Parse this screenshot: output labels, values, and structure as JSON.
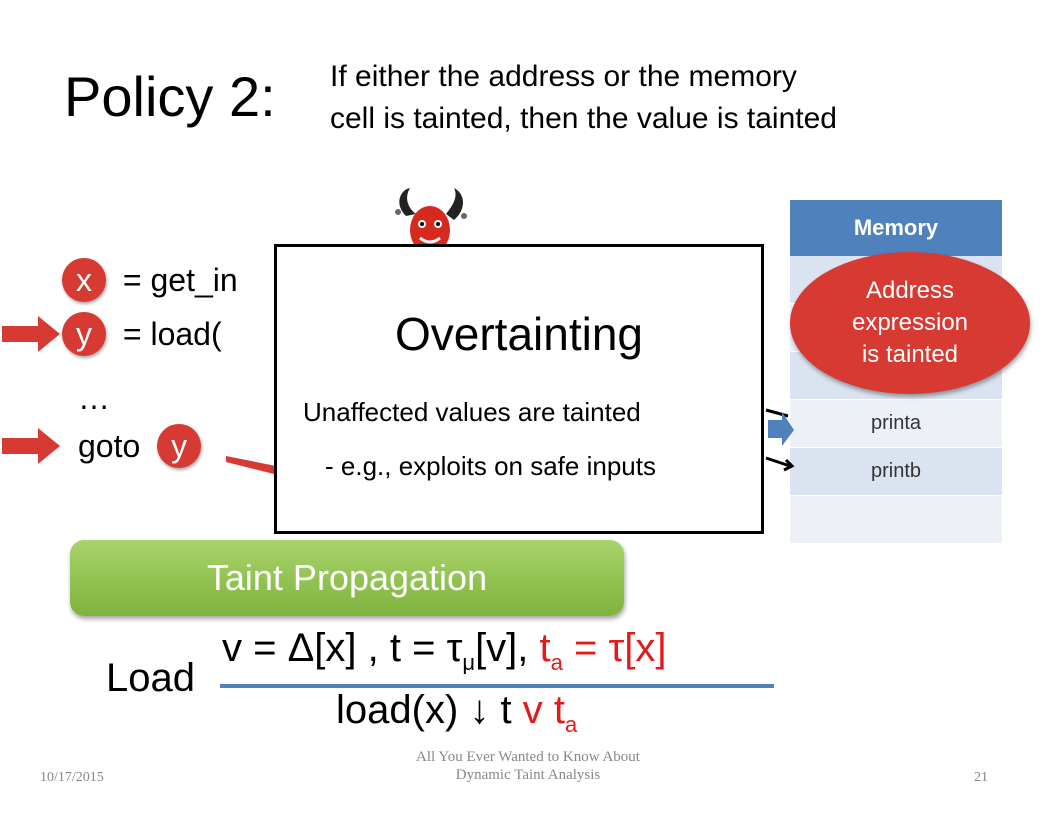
{
  "title": "Policy 2:",
  "subtitle": "If either the address or the memory\ncell is tainted, then the value is tainted",
  "code": {
    "line1_var": "x",
    "line1_text": "= get_in",
    "line2_var": "y",
    "line2_text": "= load(",
    "line3_text": "…",
    "line4_keyword": "goto",
    "line4_var": "y"
  },
  "memory": {
    "header": "Memory",
    "cells": [
      "",
      "",
      "",
      "printa",
      "printb",
      ""
    ]
  },
  "bubble_text": "Address\nexpression\nis tainted",
  "popup": {
    "title": "Overtainting",
    "line1": "Unaffected values are tainted",
    "line2": "- e.g., exploits on safe inputs"
  },
  "taint_button": "Taint Propagation",
  "rule": {
    "label": "Load",
    "numer_main": "v = Δ[x] , t = τ",
    "numer_sub": "μ",
    "numer_rest": "[v], ",
    "numer_red_t": "t",
    "numer_red_sub": "a",
    "numer_red_rest": " = τ[x]",
    "denom_main": "load(x) ↓ t ",
    "denom_red_v": "v",
    "denom_red_t": " t",
    "denom_red_sub": "a"
  },
  "footer": {
    "date": "10/17/2015",
    "center_line1": "All You Ever Wanted to Know About",
    "center_line2": "Dynamic Taint Analysis",
    "page": "21"
  },
  "colors": {
    "accent_blue": "#4f81bd",
    "taint_red": "#d63a32",
    "button_green": "#8cc04b"
  }
}
